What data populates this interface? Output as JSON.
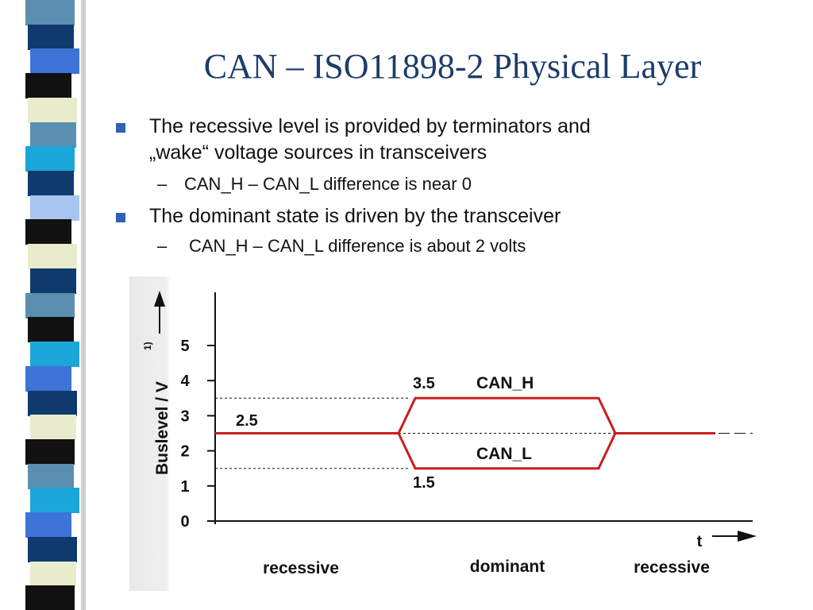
{
  "slide": {
    "title": "CAN – ISO11898-2 Physical Layer",
    "bullets": [
      {
        "lines": [
          "The recessive level is provided by terminators and",
          "„wake“ voltage sources in transceivers"
        ],
        "sub": {
          "dash": "–",
          "text": "CAN_H – CAN_L difference is near 0"
        }
      },
      {
        "lines": [
          "The dominant state is driven by the transceiver"
        ],
        "sub": {
          "dash": "–",
          "text": "CAN_H – CAN_L difference is about 2 volts"
        }
      }
    ],
    "colors": {
      "title": "#1d3c6b",
      "bullet": "#3060b8",
      "signal": "#c81e1e",
      "stripes": [
        "#5a8fb0",
        "#0e3a6e",
        "#3e74d6",
        "#111111",
        "#e8eccc",
        "#5a8fb0",
        "#1aa6d8",
        "#0e3a6e",
        "#a8c4f0",
        "#111111",
        "#e8eccc",
        "#0e3a6e",
        "#5a8fb0",
        "#111111",
        "#1aa6d8",
        "#3e74d6",
        "#0e3a6e",
        "#e8eccc",
        "#111111",
        "#5a8fb0",
        "#1aa6d8",
        "#3e74d6",
        "#0e3a6e",
        "#e8eccc",
        "#111111"
      ]
    }
  },
  "chart_data": {
    "type": "line",
    "ylabel": "Buslevel / V",
    "ylabel_footnote": "1)",
    "xlabel": "t",
    "ylim": [
      0,
      5
    ],
    "yticks": [
      0,
      1,
      2,
      3,
      4,
      5
    ],
    "grid": false,
    "series": [
      {
        "name": "CAN_H",
        "x": [
          0,
          0.44,
          0.48,
          0.92,
          0.96,
          1.2
        ],
        "y": [
          2.5,
          2.5,
          3.5,
          3.5,
          2.5,
          2.5
        ]
      },
      {
        "name": "CAN_L",
        "x": [
          0,
          0.44,
          0.48,
          0.92,
          0.96,
          1.2
        ],
        "y": [
          2.5,
          2.5,
          1.5,
          1.5,
          2.5,
          2.5
        ]
      }
    ],
    "level_labels": [
      "3.5",
      "2.5",
      "1.5"
    ],
    "state_labels": [
      "recessive",
      "dominant",
      "recessive"
    ]
  }
}
